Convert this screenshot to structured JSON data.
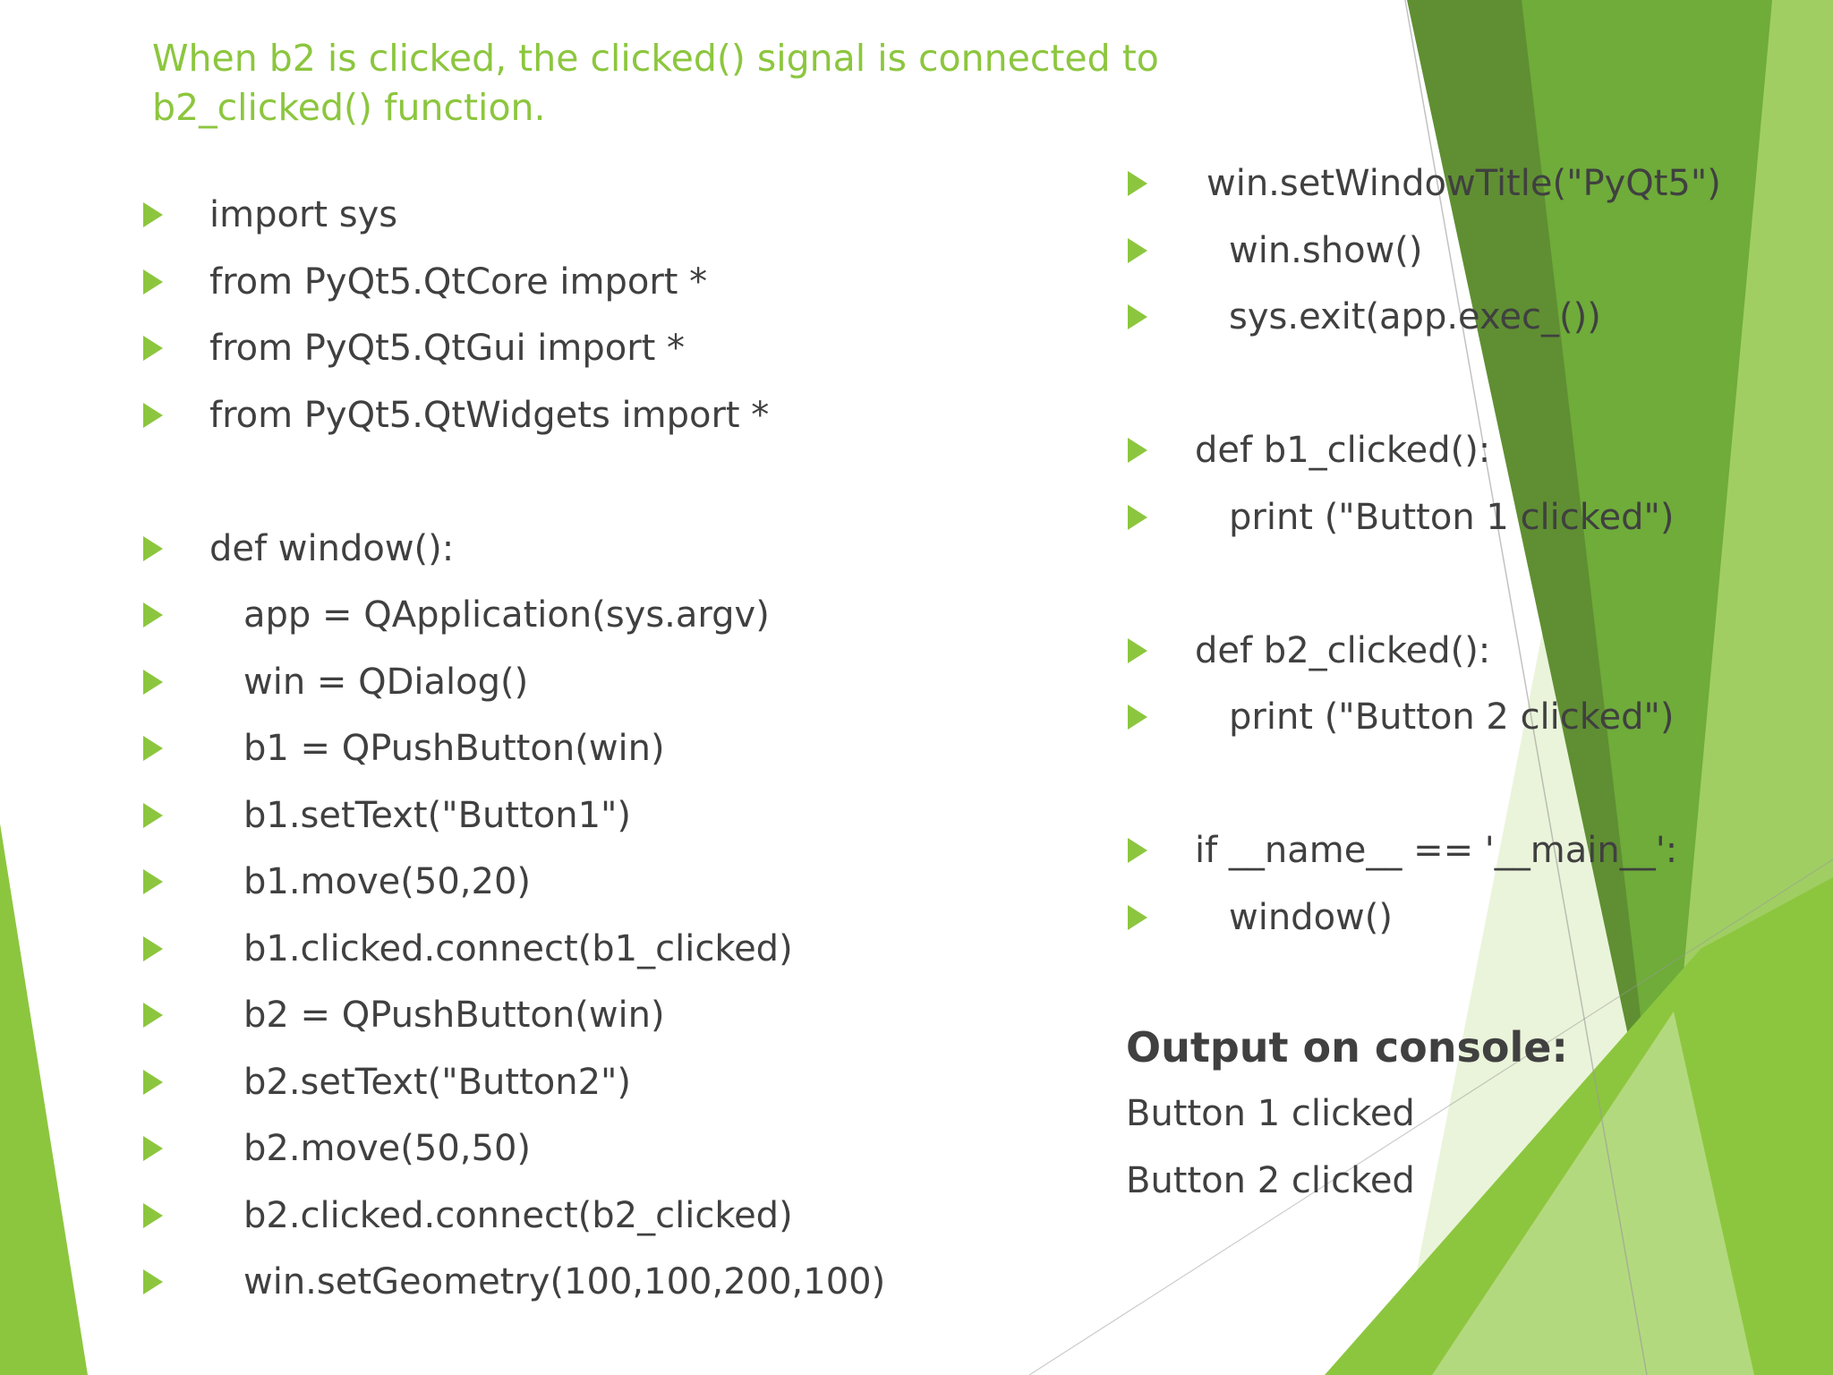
{
  "slide": {
    "title": "When b2 is clicked, the clicked() signal is connected to b2_clicked() function.",
    "colors": {
      "accent": "#8cc63e",
      "text": "#404040",
      "green_dark": "#5f8f32",
      "green_mid": "#6fac3a",
      "green_light": "#a9d36b",
      "green_pale": "#d8ebbb"
    },
    "left_code": [
      {
        "text": "import sys",
        "indent": 0
      },
      {
        "text": "from PyQt5.QtCore import *",
        "indent": 0
      },
      {
        "text": "from PyQt5.QtGui import *",
        "indent": 0
      },
      {
        "text": "from PyQt5.QtWidgets import *",
        "indent": 0
      },
      {
        "text": "",
        "indent": -1
      },
      {
        "text": "def window():",
        "indent": 0
      },
      {
        "text": "app = QApplication(sys.argv)",
        "indent": 1
      },
      {
        "text": "win = QDialog()",
        "indent": 1
      },
      {
        "text": "b1 = QPushButton(win)",
        "indent": 1
      },
      {
        "text": "b1.setText(\"Button1\")",
        "indent": 1
      },
      {
        "text": "b1.move(50,20)",
        "indent": 1
      },
      {
        "text": "b1.clicked.connect(b1_clicked)",
        "indent": 1
      },
      {
        "text": "b2 = QPushButton(win)",
        "indent": 1
      },
      {
        "text": "b2.setText(\"Button2\")",
        "indent": 1
      },
      {
        "text": "b2.move(50,50)",
        "indent": 1
      },
      {
        "text": "b2.clicked.connect(b2_clicked)",
        "indent": 1
      },
      {
        "text": "win.setGeometry(100,100,200,100)",
        "indent": 1
      }
    ],
    "right_code": [
      {
        "text": "win.setWindowTitle(\"PyQt5\")",
        "indent": 2
      },
      {
        "text": "win.show()",
        "indent": 1
      },
      {
        "text": "sys.exit(app.exec_())",
        "indent": 1
      },
      {
        "text": "",
        "indent": -1
      },
      {
        "text": "def b1_clicked():",
        "indent": 0
      },
      {
        "text": "print (\"Button 1 clicked\")",
        "indent": 1
      },
      {
        "text": "",
        "indent": -1
      },
      {
        "text": "def b2_clicked():",
        "indent": 0
      },
      {
        "text": "print (\"Button 2 clicked\")",
        "indent": 1
      },
      {
        "text": "",
        "indent": -1
      },
      {
        "text": "if __name__ == '__main__':",
        "indent": 0
      },
      {
        "text": "window()",
        "indent": 1
      }
    ],
    "output": {
      "heading": "Output on console:",
      "lines": [
        "Button 1 clicked",
        "Button 2 clicked"
      ]
    }
  }
}
